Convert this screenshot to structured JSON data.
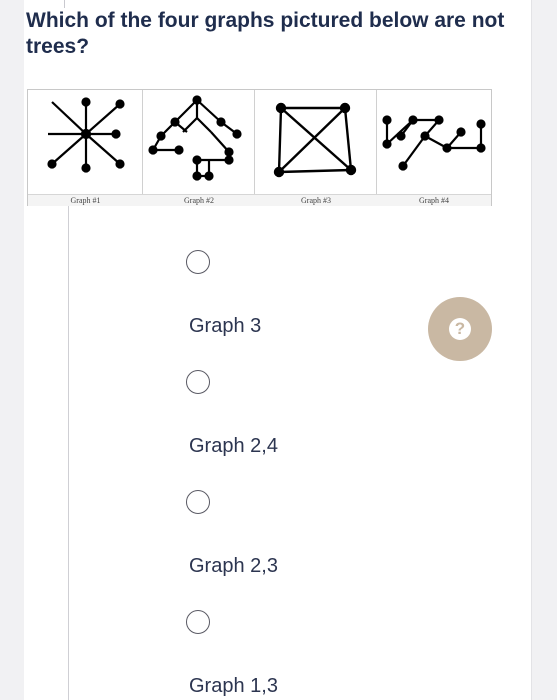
{
  "question": {
    "text": "Which of the four graphs pictured below are not trees?"
  },
  "figure": {
    "captions": [
      "Graph #1",
      "Graph #2",
      "Graph #3",
      "Graph #4"
    ]
  },
  "options": [
    {
      "label": "Graph 3",
      "selected": false
    },
    {
      "label": "Graph 2,4",
      "selected": false
    },
    {
      "label": "Graph 2,3",
      "selected": false
    },
    {
      "label": "Graph 1,3",
      "selected": false
    }
  ],
  "help": {
    "icon": "question-icon",
    "glyph": "?"
  },
  "colors": {
    "accent": "#c9b8a3",
    "text": "#1f2d4d"
  }
}
